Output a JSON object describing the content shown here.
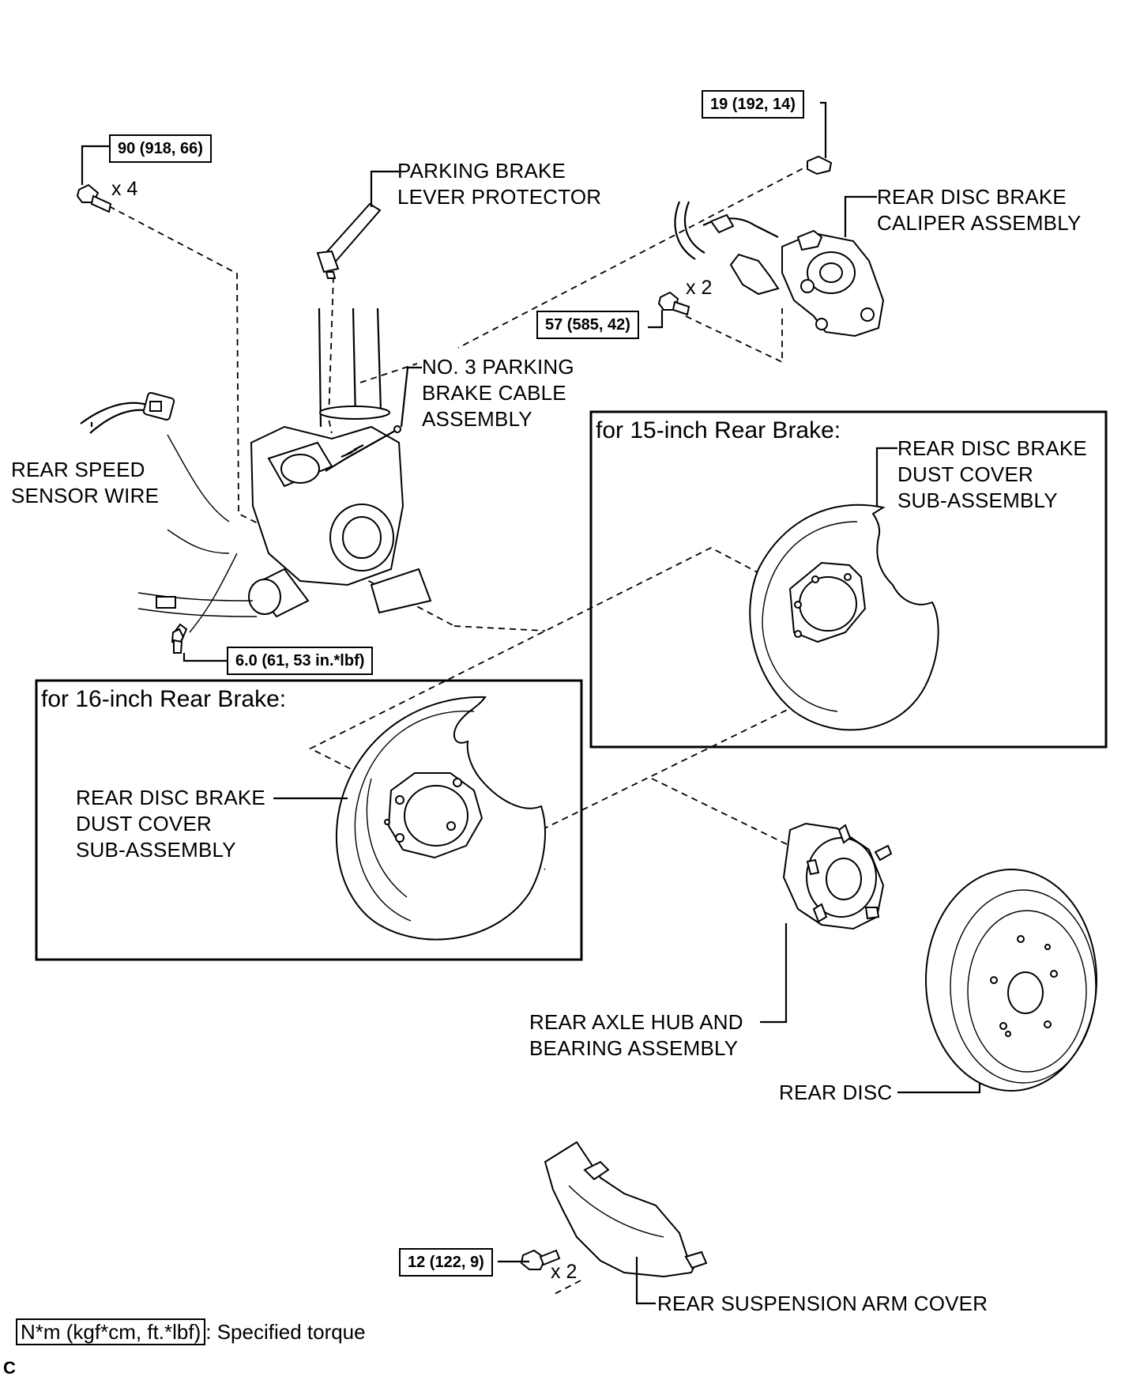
{
  "torques": {
    "spindle_bolt": "90 (918, 66)",
    "caliper_hose_bolt": "19 (192, 14)",
    "caliper_bolt": "57 (585, 42)",
    "sensor_bolt": "6.0 (61, 53 in.*lbf)",
    "arm_cover_bolt": "12 (122, 9)"
  },
  "quantities": {
    "spindle_bolt": "x 4",
    "caliper_bolt": "x 2",
    "arm_cover_bolt": "x 2"
  },
  "parts": {
    "parking_brake_lever_protector": [
      "PARKING BRAKE",
      "LEVER PROTECTOR"
    ],
    "rear_disc_brake_caliper": [
      "REAR DISC BRAKE",
      "CALIPER ASSEMBLY"
    ],
    "no3_parking_brake_cable": [
      "NO. 3 PARKING",
      "BRAKE CABLE",
      "ASSEMBLY"
    ],
    "rear_speed_sensor_wire": [
      "REAR SPEED",
      "SENSOR WIRE"
    ],
    "dust_cover_15": [
      "REAR DISC BRAKE",
      "DUST COVER",
      "SUB-ASSEMBLY"
    ],
    "dust_cover_16": [
      "REAR DISC BRAKE",
      "DUST COVER",
      "SUB-ASSEMBLY"
    ],
    "rear_axle_hub": [
      "REAR AXLE HUB AND",
      "BEARING ASSEMBLY"
    ],
    "rear_disc": "REAR DISC",
    "rear_suspension_arm_cover": "REAR SUSPENSION ARM COVER"
  },
  "boxes": {
    "inch15": "for 15-inch Rear Brake:",
    "inch16": "for 16-inch Rear Brake:"
  },
  "legend": {
    "unit": "N*m (kgf*cm, ft.*lbf)",
    "text": ": Specified torque"
  },
  "corner_mark": "C"
}
